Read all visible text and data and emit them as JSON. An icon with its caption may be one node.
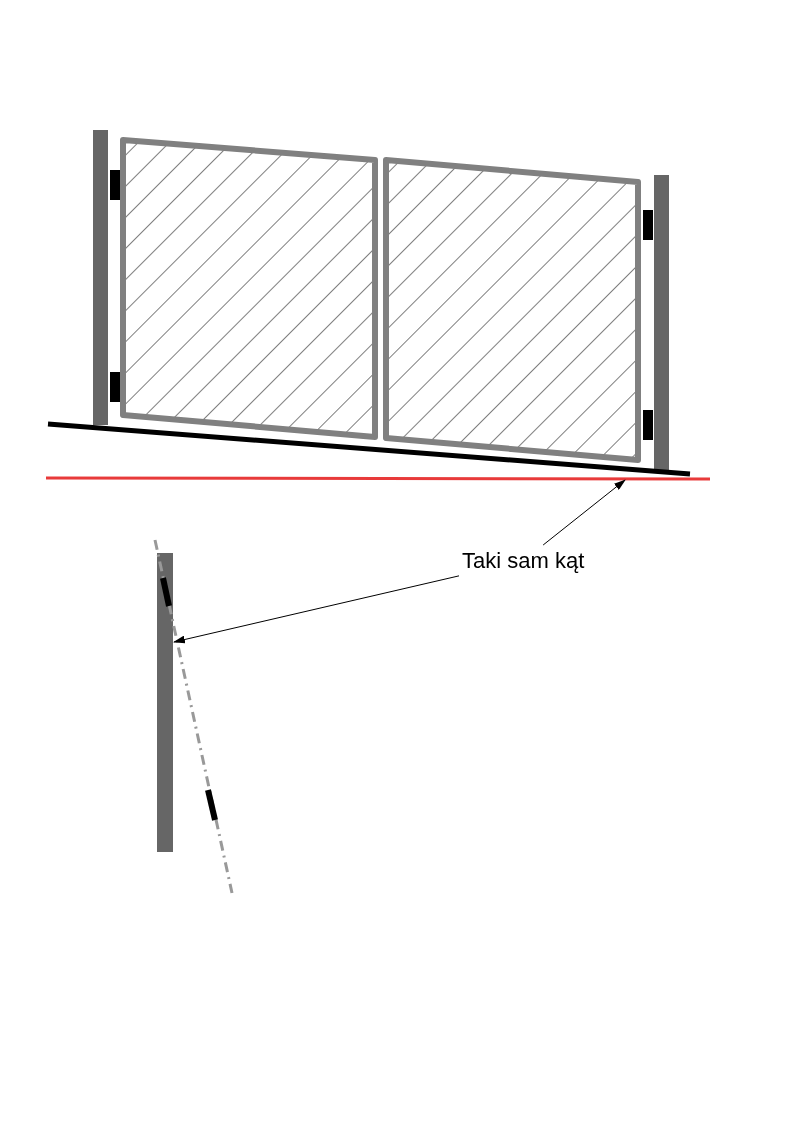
{
  "diagram": {
    "nodes": [
      {
        "text": [
          "Taki sam kąt"
        ]
      },
      {
        "text": [],
        "shape": "bar"
      },
      {
        "text": [],
        "shape": "bar"
      }
    ],
    "edges": [
      {
        "from": 0,
        "to": 1,
        "arrow": "to"
      },
      {
        "from": 0,
        "to": 2,
        "arrow": "to"
      }
    ]
  }
}
